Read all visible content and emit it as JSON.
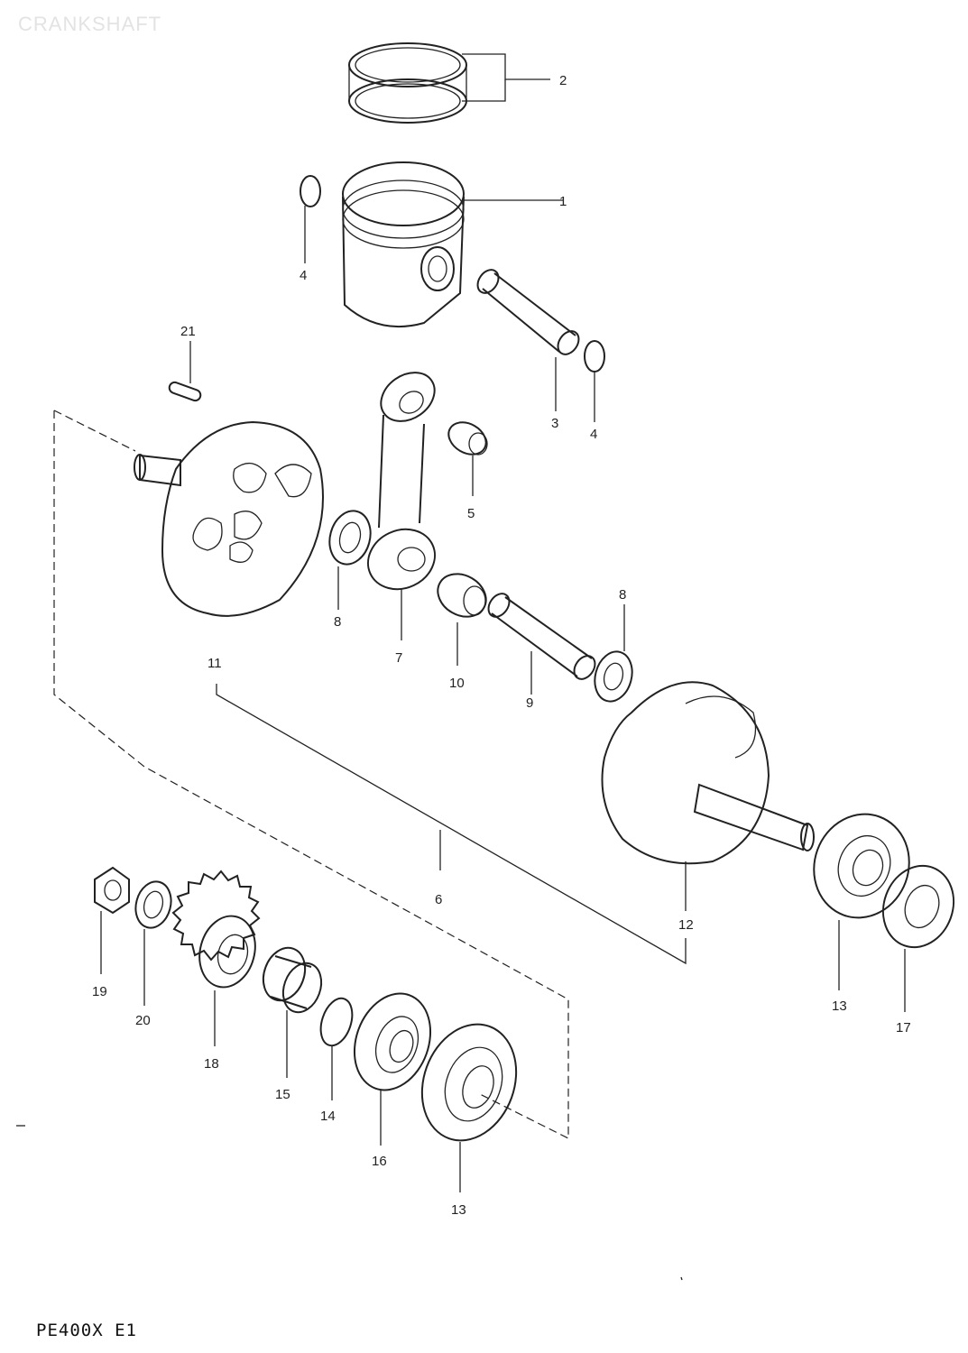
{
  "diagram": {
    "title": "CRANKSHAFT",
    "model_code": "PE400X E1",
    "callouts": [
      {
        "id": "c2",
        "text": "2"
      },
      {
        "id": "c1",
        "text": "1"
      },
      {
        "id": "c4a",
        "text": "4"
      },
      {
        "id": "c4b",
        "text": "4"
      },
      {
        "id": "c3",
        "text": "3"
      },
      {
        "id": "c21",
        "text": "21"
      },
      {
        "id": "c5",
        "text": "5"
      },
      {
        "id": "c8a",
        "text": "8"
      },
      {
        "id": "c7",
        "text": "7"
      },
      {
        "id": "c10",
        "text": "10"
      },
      {
        "id": "c8b",
        "text": "8"
      },
      {
        "id": "c9",
        "text": "9"
      },
      {
        "id": "c11",
        "text": "11"
      },
      {
        "id": "c6",
        "text": "6"
      },
      {
        "id": "c12",
        "text": "12"
      },
      {
        "id": "c13a",
        "text": "13"
      },
      {
        "id": "c17",
        "text": "17"
      },
      {
        "id": "c19",
        "text": "19"
      },
      {
        "id": "c20",
        "text": "20"
      },
      {
        "id": "c18",
        "text": "18"
      },
      {
        "id": "c15",
        "text": "15"
      },
      {
        "id": "c14",
        "text": "14"
      },
      {
        "id": "c16",
        "text": "16"
      },
      {
        "id": "c13b",
        "text": "13"
      }
    ]
  }
}
